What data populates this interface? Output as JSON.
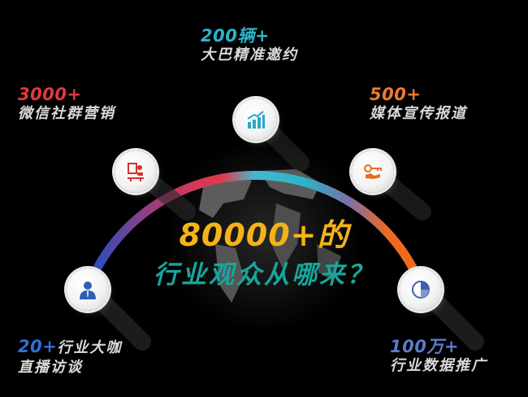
{
  "headline": {
    "number": "80000+的",
    "question": "行业观众从哪来？"
  },
  "channels": [
    {
      "value": "20+",
      "label_inline": "行业大咖",
      "label_line2": "直播访谈",
      "icon": "person-icon",
      "color": "#2f6fd6"
    },
    {
      "value": "3000+",
      "label": "微信社群营销",
      "icon": "desk-icon",
      "color": "#e03a3a"
    },
    {
      "value": "200辆+",
      "label": "大巴精准邀约",
      "icon": "bar-chart-icon",
      "color": "#2bb3c9"
    },
    {
      "value": "500+",
      "label": "媒体宣传报道",
      "icon": "key-icon",
      "color": "#f07a2a"
    },
    {
      "value": "100万+",
      "label": "行业数据推广",
      "icon": "pie-chart-icon",
      "color": "#5a7cc8"
    }
  ],
  "colors": {
    "arc_start": "#1f4fc4",
    "arc_mid": "#e23a4a",
    "arc_top": "#45b7d1",
    "arc_end": "#f06a1e"
  }
}
